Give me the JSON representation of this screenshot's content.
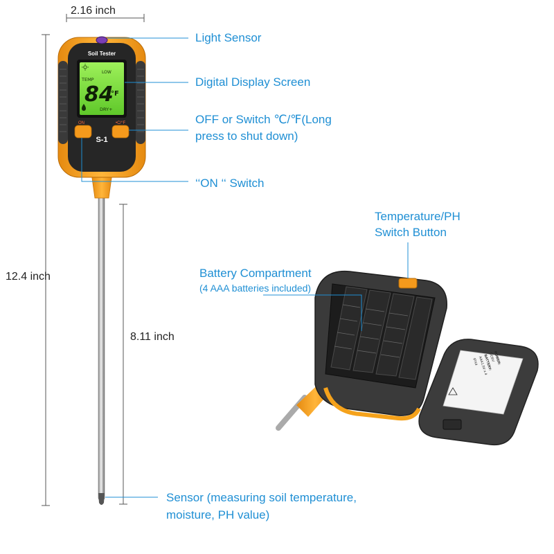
{
  "dimensions": {
    "width_label": "2.16 inch",
    "height_label": "12.4 inch",
    "probe_label": "8.11 inch"
  },
  "callouts": {
    "light_sensor": "Light Sensor",
    "display": "Digital Display Screen",
    "off_switch_line1": "OFF or Switch ℃/℉(Long",
    "off_switch_line2": "press to shut down)",
    "on_switch": "‘‘ON ‘‘ Switch",
    "temp_ph_line1": "Temperature/PH",
    "temp_ph_line2": "Switch Button",
    "battery_line1": "Battery Compartment",
    "battery_line2": "(4 AAA batteries included)",
    "sensor_line1": "Sensor (measuring soil temperature,",
    "sensor_line2": "moisture, PH value)"
  },
  "device": {
    "brand_label": "Soil Tester",
    "model": "S-1",
    "on_button": "ON",
    "unit_button": "•C/°F"
  },
  "lcd": {
    "low": "LOW",
    "temp": "TEMP",
    "reading": "84",
    "unit": "°F",
    "dry": "DRY+"
  },
  "battery_cover": {
    "power": "POWER:",
    "voltage": "DC6V",
    "battery": "BATTERY:",
    "battery_spec": "AAA1.5V x 4",
    "rating": "IPX4"
  },
  "colors": {
    "callout": "#1f8fd4",
    "device_orange": "#f5a21b",
    "device_black": "#2b2b2b",
    "lcd_green": "#7ddc3c"
  }
}
